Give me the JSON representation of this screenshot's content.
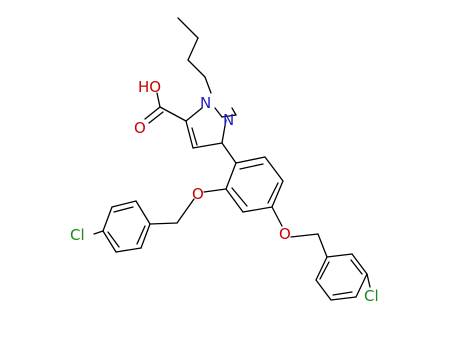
{
  "structure": {
    "atom_labels": {
      "carboxyl_oh": "HO",
      "carboxyl_o": "O",
      "pyrazole_n1": "N",
      "pyrazole_n2": "N",
      "ether_o_upper": "O",
      "ether_o_lower": "O",
      "chlorine_left": "Cl",
      "chlorine_bottom": "Cl"
    }
  },
  "colors": {
    "bond": "#000000",
    "oxygen": "#cc0000",
    "nitrogen": "#1a1acc",
    "chlorine": "#1a8a1a",
    "background": "#ffffff"
  }
}
